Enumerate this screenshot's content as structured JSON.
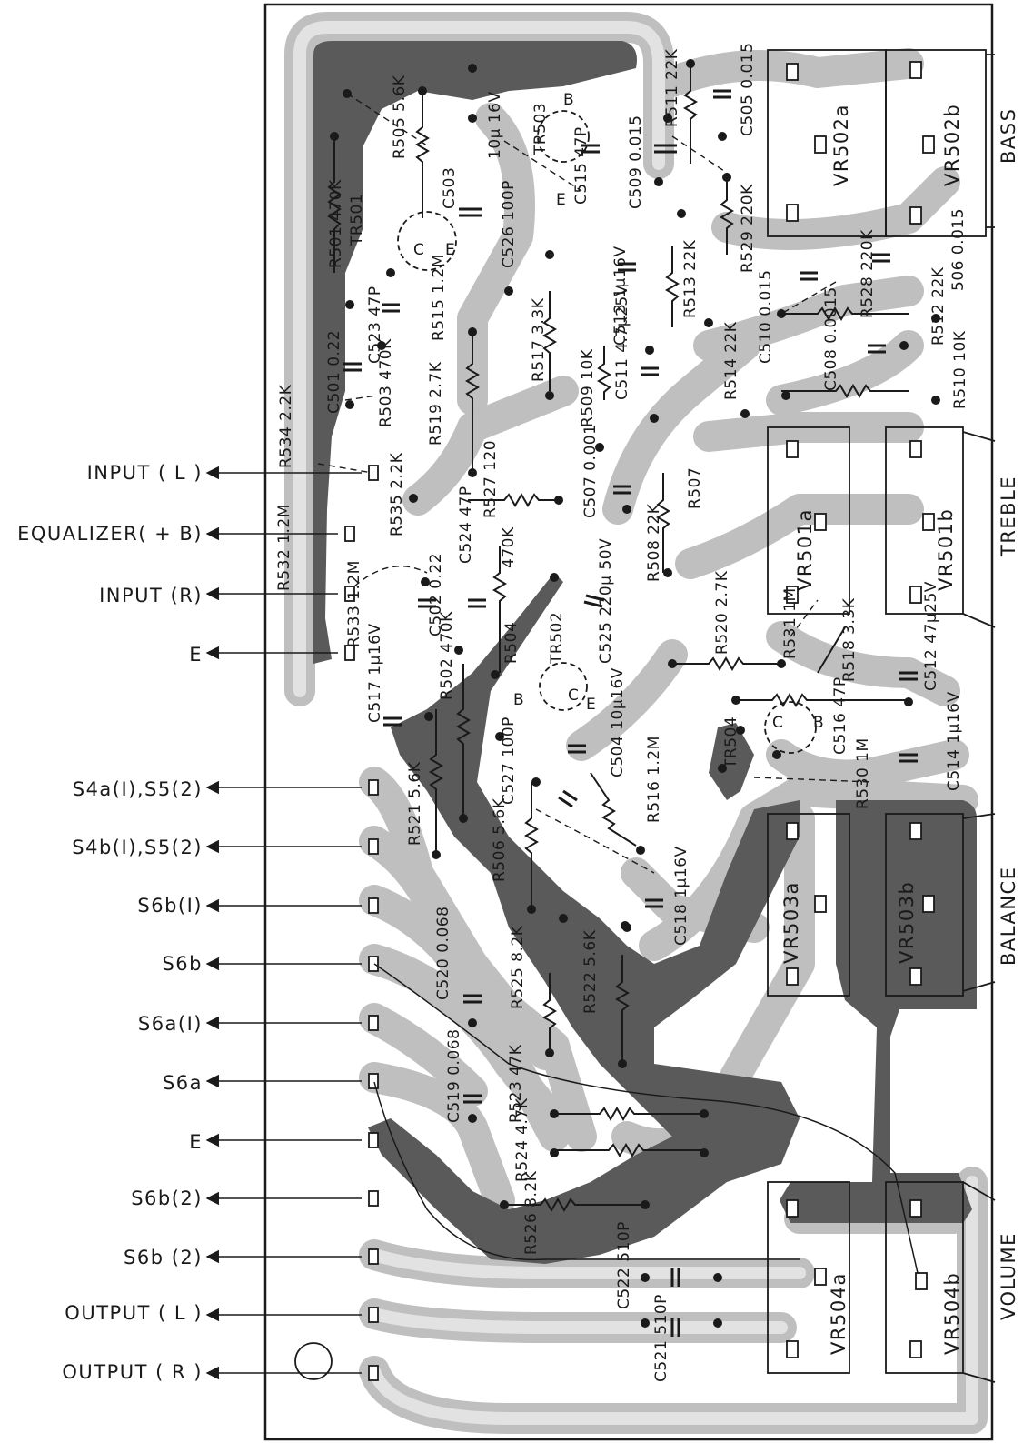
{
  "connector_labels": {
    "input_l": "INPUT ( L )",
    "equalizer": "EQUALIZER( + B)",
    "input_r": "INPUT (R)",
    "e_top": "E",
    "s4a": "S4a(I),S5(2)",
    "s4b": "S4b(I),S5(2)",
    "s6b1": "S6b(I)",
    "s6b": "S6b",
    "s6a1": "S6a(I)",
    "s6a": "S6a",
    "e_bottom": "E",
    "s6b2_a": "S6b(2)",
    "s6b2_b": "S6b (2)",
    "output_l": "OUTPUT ( L )",
    "output_r": "OUTPUT ( R )"
  },
  "control_labels": {
    "bass": "BASS",
    "treble": "TREBLE",
    "balance": "BALANCE",
    "volume": "VOLUME"
  },
  "potentiometers": {
    "vr502a": "VR502a",
    "vr502b": "VR502b",
    "vr501a": "VR501a",
    "vr501b": "VR501b",
    "vr503a": "VR503a",
    "vr503b": "VR503b",
    "vr504a": "VR504a",
    "vr504b": "VR504b"
  },
  "components": {
    "r501": "R501 470K",
    "tr501": "TR501",
    "r505": "R505 5.6K",
    "c503": "C503",
    "c503_val": "10μ 16V",
    "c526": "C526 100P",
    "tr503": "TR503",
    "c515": "C515 47P",
    "c509": "C509 0.015",
    "r511": "R511 22K",
    "c505": "C505 0.015",
    "r529": "R529 220K",
    "c523": "C523 47P",
    "r515": "R515 1.2M",
    "r517": "R517 3.3K",
    "c513": "C513 1μ16V",
    "r513": "R513 22K",
    "c501": "C501 0.22",
    "r503": "R503 470K",
    "r519": "R519 2.7K",
    "r509": "R509 10K",
    "c511": "C511 4.7μ25V",
    "r514": "R514 22K",
    "c510": "C510 0.015",
    "c508": "C508 0.0015",
    "r528": "R528 220K",
    "r512": "R512 22K",
    "c506": "506 0.015",
    "r510": "R510 10K",
    "r534": "R534 2.2K",
    "r527": "R527 120",
    "c507": "C507 0.001",
    "r508": "R508 22K",
    "r507": "R507",
    "r535": "R535 2.2K",
    "c524": "C524 47P",
    "r504_val": "470K",
    "r532": "R532 1.2M",
    "r533": "R533 1.2M",
    "c502": "C502 0.22",
    "r504": "R504",
    "tr502": "TR502",
    "c525": "C525 220μ 50V",
    "r520": "R520 2.7K",
    "r531": "R531 1M",
    "r518": "R518 3.3K",
    "c512": "C512 47μ25V",
    "c517": "C517 1μ16V",
    "r502": "R502 470K",
    "c504": "C504 10μ16V",
    "tr504": "TR504",
    "c516": "C516 47P",
    "r530": "R530 1M",
    "c514": "C514 1μ16V",
    "r521": "R521 5.6K",
    "c527": "C527 100P",
    "r516": "R516 1.2M",
    "r506": "R506 5.6K",
    "c518": "C518 1μ16V",
    "c520": "C520 0.068",
    "r525": "R525 8.2K",
    "r522": "R522 5.6K",
    "c519": "C519 0.068",
    "r523": "R523 47K",
    "r524": "R524 4.7K",
    "r526": "R526 8.2K",
    "c522": "C522 510P",
    "c521": "C521 510P",
    "pin_b": "B",
    "pin_c": "C",
    "pin_e": "E"
  }
}
